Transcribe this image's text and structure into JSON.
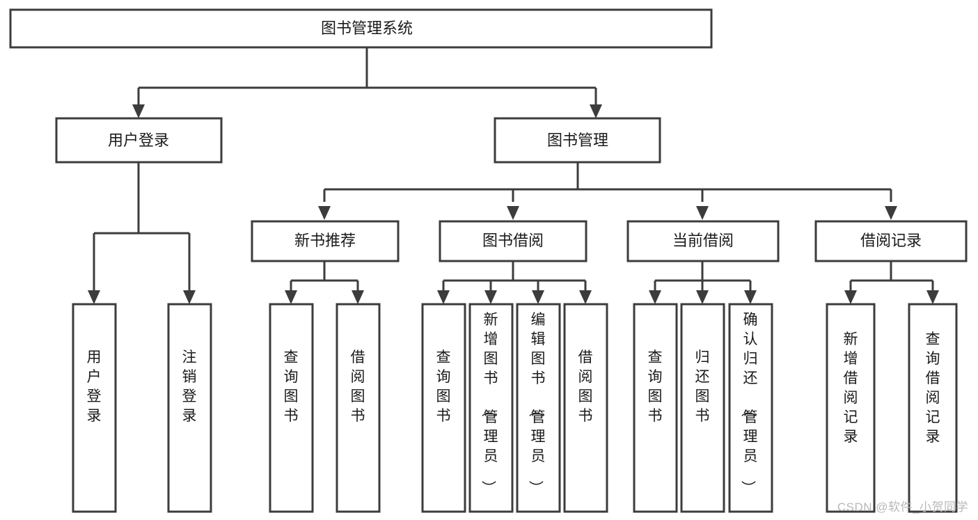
{
  "diagram": {
    "type": "tree-hierarchy",
    "title": "图书管理系统",
    "watermark": "CSDN @软件_小贺同学",
    "root": {
      "id": "root",
      "label": "图书管理系统",
      "orientation": "horizontal"
    },
    "level2": [
      {
        "id": "user-login",
        "label": "用户登录",
        "orientation": "horizontal"
      },
      {
        "id": "book-management",
        "label": "图书管理",
        "orientation": "horizontal"
      }
    ],
    "level3": [
      {
        "id": "new-book-recommend",
        "label": "新书推荐",
        "orientation": "horizontal",
        "parent": "book-management"
      },
      {
        "id": "book-borrow",
        "label": "图书借阅",
        "orientation": "horizontal",
        "parent": "book-management"
      },
      {
        "id": "current-borrow",
        "label": "当前借阅",
        "orientation": "horizontal",
        "parent": "book-management"
      },
      {
        "id": "borrow-record",
        "label": "借阅记录",
        "orientation": "horizontal",
        "parent": "book-management"
      }
    ],
    "leaves": [
      {
        "id": "leaf-user-login",
        "label": "用户登录",
        "orientation": "vertical",
        "parent": "user-login"
      },
      {
        "id": "leaf-logout",
        "label": "注销登录",
        "orientation": "vertical",
        "parent": "user-login"
      },
      {
        "id": "leaf-query-book-1",
        "label": "查询图书",
        "orientation": "vertical",
        "parent": "new-book-recommend"
      },
      {
        "id": "leaf-borrow-book-1",
        "label": "借阅图书",
        "orientation": "vertical",
        "parent": "new-book-recommend"
      },
      {
        "id": "leaf-query-book-2",
        "label": "查询图书",
        "orientation": "vertical",
        "parent": "book-borrow"
      },
      {
        "id": "leaf-add-book",
        "label": "新增图书（管理员）",
        "orientation": "vertical",
        "parent": "book-borrow"
      },
      {
        "id": "leaf-edit-book",
        "label": "编辑图书（管理员）",
        "orientation": "vertical",
        "parent": "book-borrow"
      },
      {
        "id": "leaf-borrow-book-2",
        "label": "借阅图书",
        "orientation": "vertical",
        "parent": "book-borrow"
      },
      {
        "id": "leaf-query-book-3",
        "label": "查询图书",
        "orientation": "vertical",
        "parent": "current-borrow"
      },
      {
        "id": "leaf-return-book",
        "label": "归还图书",
        "orientation": "vertical",
        "parent": "current-borrow"
      },
      {
        "id": "leaf-confirm-return",
        "label": "确认归还（管理员）",
        "orientation": "vertical",
        "parent": "current-borrow"
      },
      {
        "id": "leaf-add-record",
        "label": "新增借阅记录",
        "orientation": "vertical",
        "parent": "borrow-record"
      },
      {
        "id": "leaf-query-record",
        "label": "查询借阅记录",
        "orientation": "vertical",
        "parent": "borrow-record"
      }
    ],
    "colors": {
      "box_stroke": "#3c3c3c",
      "box_fill": "#ffffff",
      "text": "#1a1a1a",
      "watermark": "#b8b8b8",
      "background": "#ffffff"
    }
  }
}
